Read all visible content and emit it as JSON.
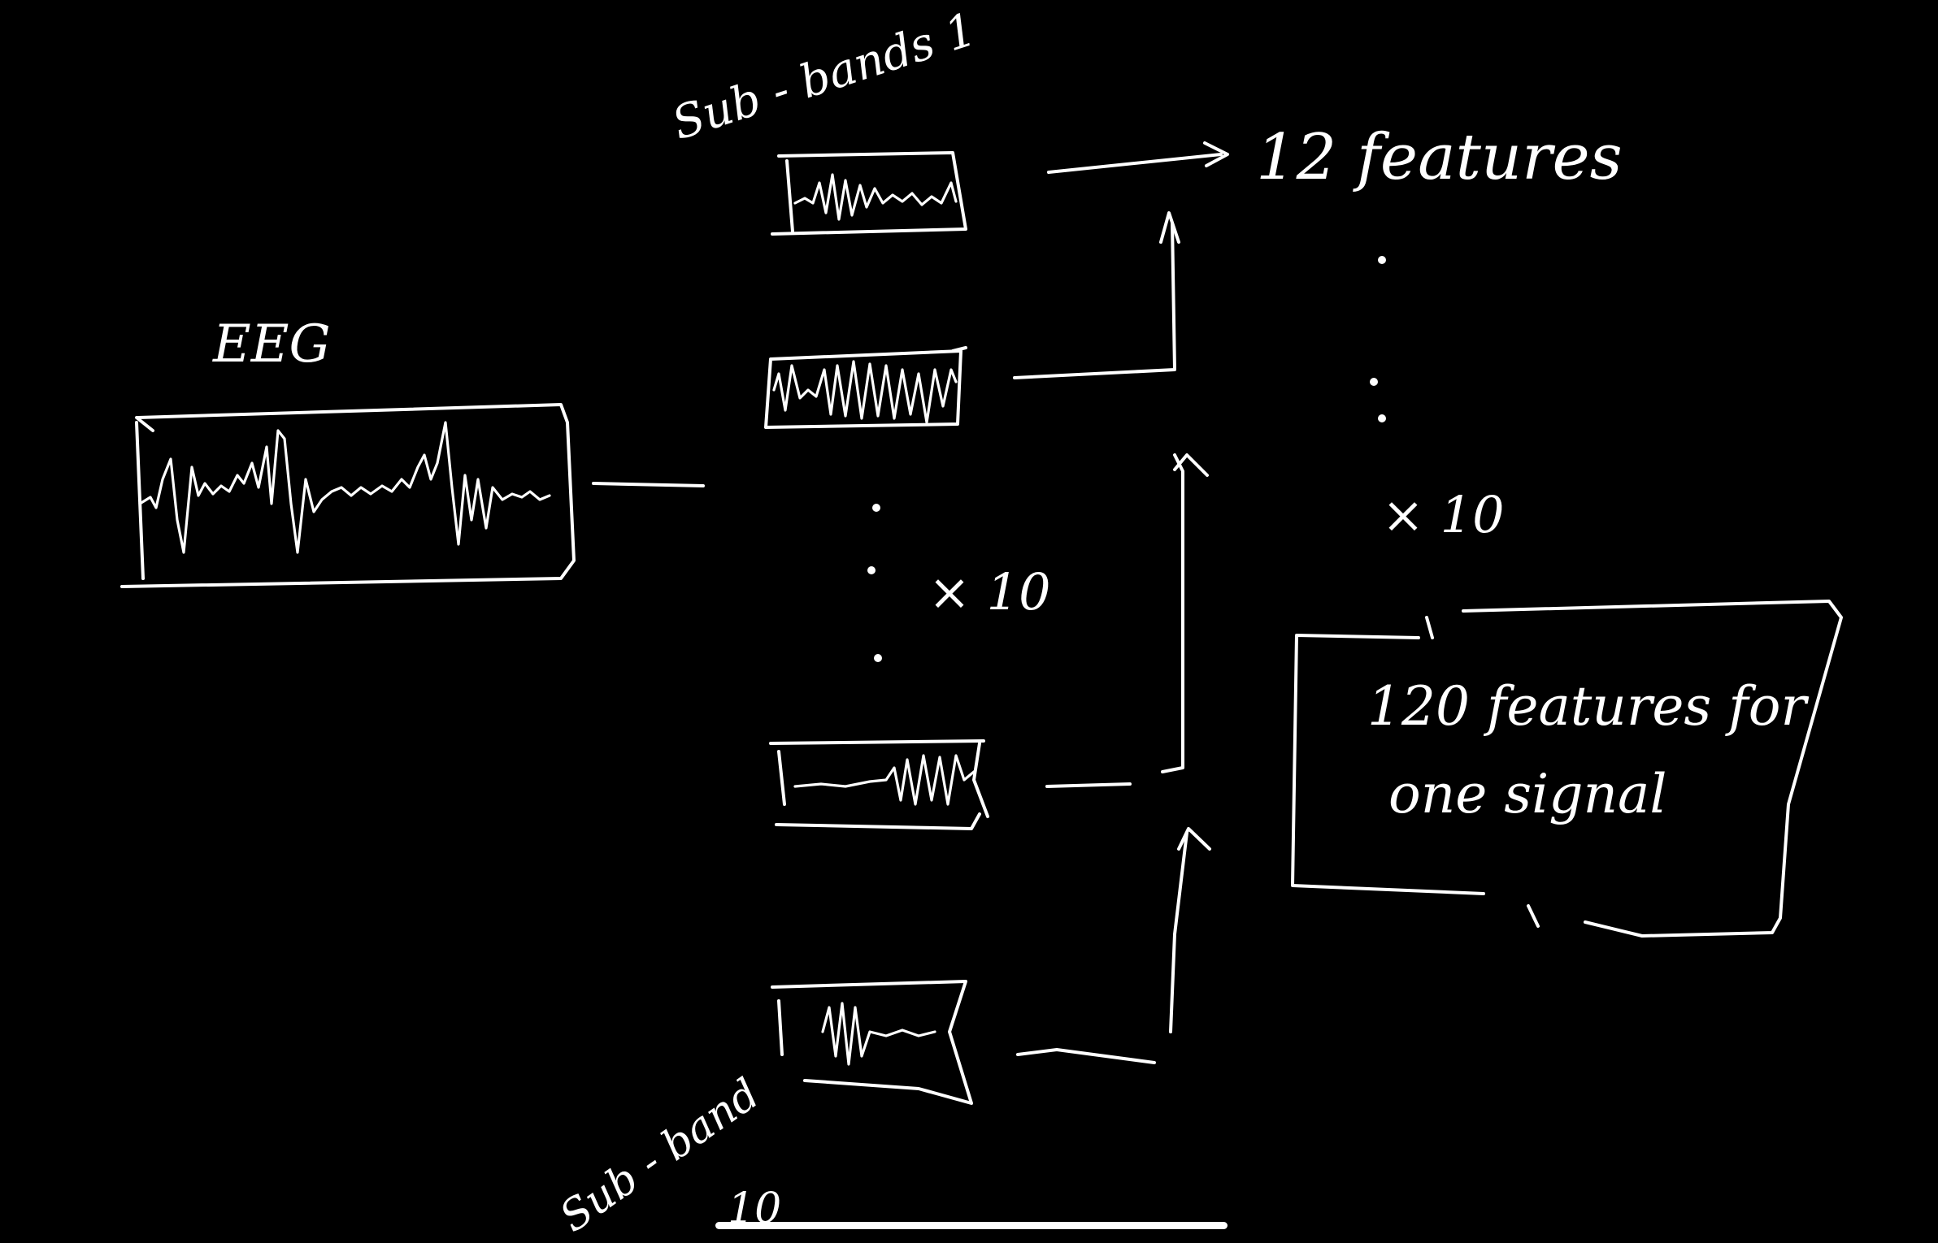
{
  "labels": {
    "eeg": "EEG",
    "subbands_top": "Sub - bands 1",
    "subband_bottom_prefix": "Sub - band",
    "subband_bottom_number": "10",
    "features_12": "12 features",
    "x10_middle": "× 10",
    "x10_right": "× 10",
    "box_line1": "120 features for",
    "box_line2": "one signal"
  },
  "colors": {
    "background": "#000000",
    "ink": "#ffffff"
  }
}
